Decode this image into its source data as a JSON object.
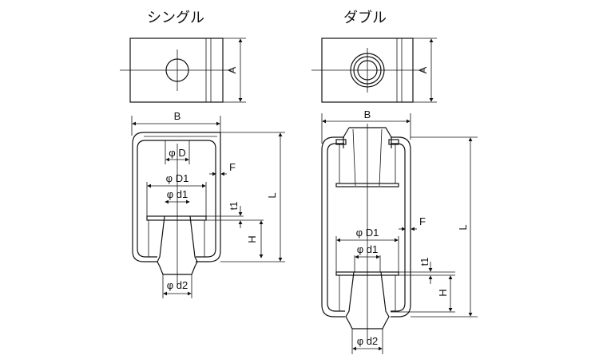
{
  "titles": {
    "single": "シングル",
    "double": "ダブル"
  },
  "labels": {
    "A": "A",
    "B": "B",
    "phiD": "φ D",
    "phiD1": "φ D1",
    "phid1": "φ d1",
    "F": "F",
    "t1": "t1",
    "H": "H",
    "L": "L",
    "phid2": "φ d2"
  }
}
